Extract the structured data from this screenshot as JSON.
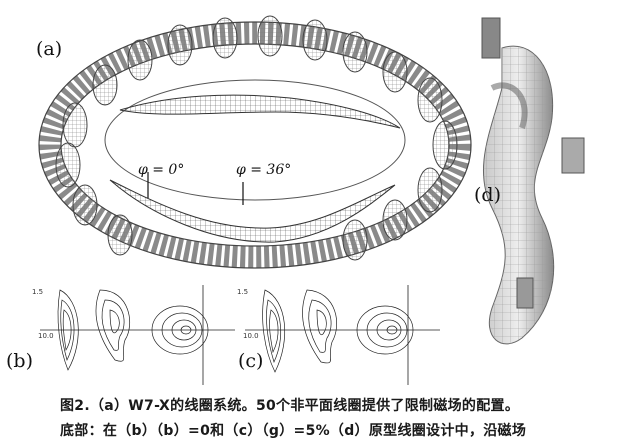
{
  "figure": {
    "panel_labels": {
      "a": "(a)",
      "b": "(b)",
      "c": "(c)",
      "d": "(d)"
    },
    "phi_labels": [
      "φ = 0°",
      "φ = 36°"
    ],
    "flux_tick_labels": [
      "1.5",
      "10.0"
    ],
    "caption_lines": [
      "图2.（a）W7-X的线圈系统。50个非平面线圈提供了限制磁场的配置。",
      "底部：在（b）（b）=0和（c）（g）=5%（d）原型线圈设计中，沿磁场"
    ]
  },
  "colors": {
    "coil_gray": "#8a8a8a",
    "plasma_gray": "#5a5a5a",
    "coil_d_light": "#e6e6e6",
    "coil_d_dark": "#6e6e6e"
  }
}
